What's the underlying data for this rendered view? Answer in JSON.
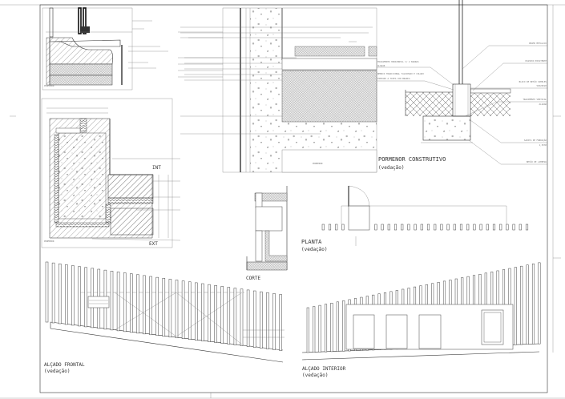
{
  "sheet": {
    "line_color": "#333333",
    "background": "#ffffff"
  },
  "pormenor": {
    "title": "PORMENOR CONSTRUTIVO",
    "subtitle": "(vedação)",
    "labels_right": [
      "PRUMO METÁLICO",
      "PASSEIO EXISTENTE",
      "BLOCO DE BETÃO SIMPLES",
      "50X20X20",
      "TRAVAMENTO VERTICAL",
      "ALGUAR",
      "SAPATA DE FUNDAÇÃO",
      "1,5X30",
      "BETÃO DE LIMPEZA"
    ],
    "labels_left": [
      "TRAVAMENTO HORIZONTAL C/ 2 BARRAS",
      "ALGUAR",
      "REBOCO TRADICIONAL TALOCHADO E COLADO",
      "PINTADO A TINTA COR BRANCA"
    ]
  },
  "plan_detail": {
    "int_label": "INT",
    "ext_label": "EXT"
  },
  "corte": {
    "title": "CORTE"
  },
  "planta": {
    "title": "PLANTA",
    "subtitle": "(vedação)"
  },
  "alcado_frontal": {
    "title": "ALÇADO FRONTAL",
    "subtitle": "(vedação)"
  },
  "alcado_interior": {
    "title": "ALÇADO INTERIOR",
    "subtitle": "(vedação)"
  }
}
